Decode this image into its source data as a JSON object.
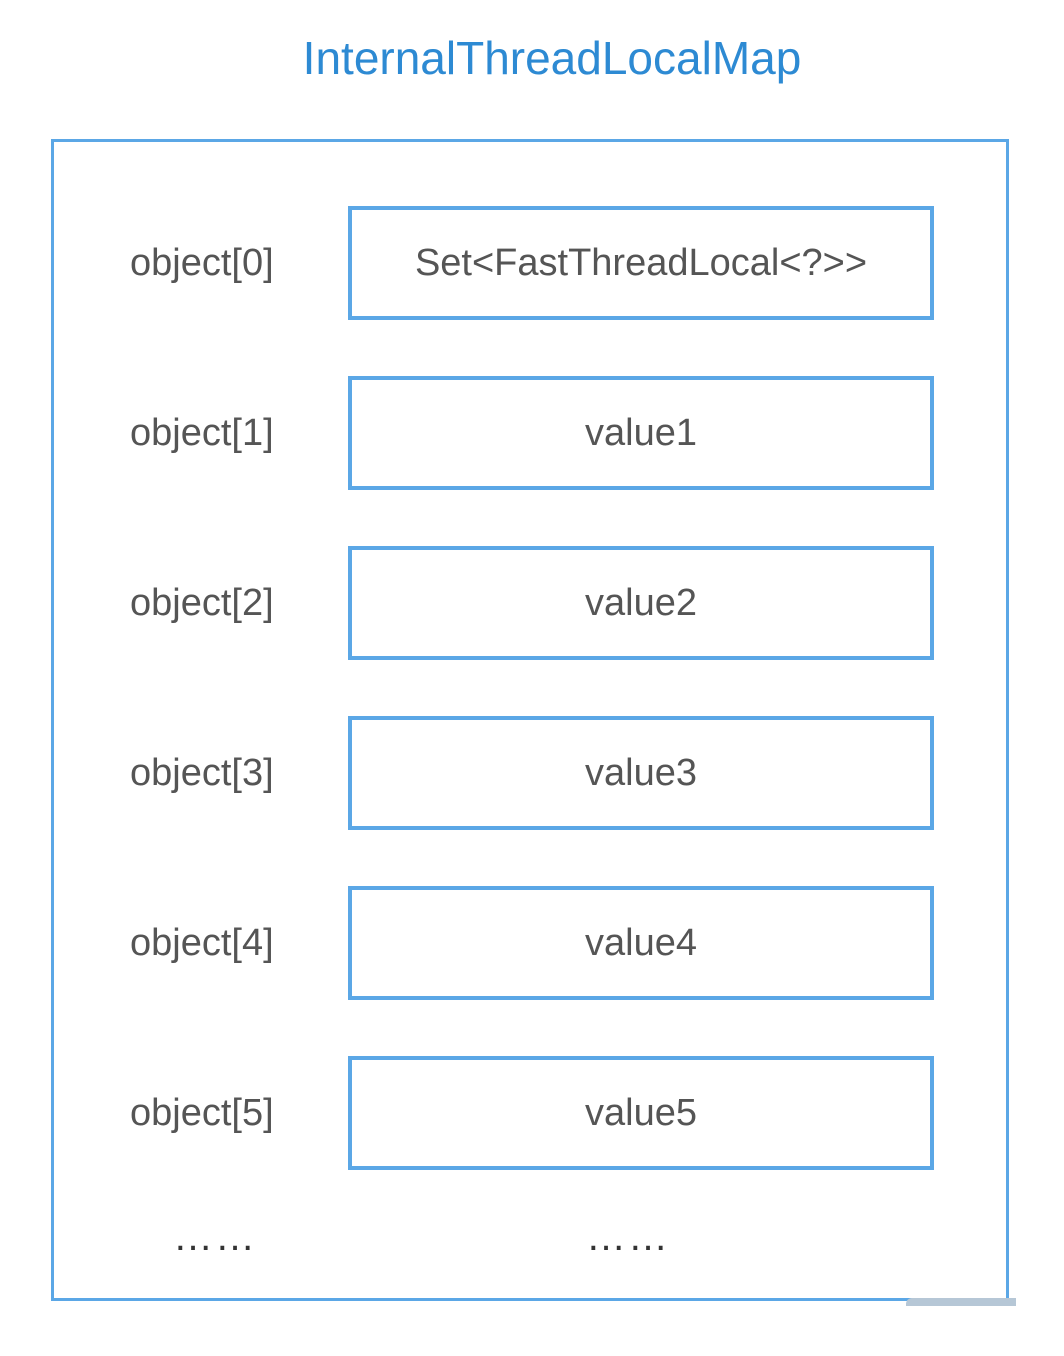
{
  "title": "InternalThreadLocalMap",
  "rows": [
    {
      "index": "object[0]",
      "value": "Set<FastThreadLocal<?>>"
    },
    {
      "index": "object[1]",
      "value": "value1"
    },
    {
      "index": "object[2]",
      "value": "value2"
    },
    {
      "index": "object[3]",
      "value": "value3"
    },
    {
      "index": "object[4]",
      "value": "value4"
    },
    {
      "index": "object[5]",
      "value": "value5"
    }
  ],
  "ellipsis": {
    "left": "……",
    "right": "……"
  },
  "colors": {
    "title": "#2d8ad3",
    "border": "#5ba7e6",
    "text": "#555555"
  }
}
